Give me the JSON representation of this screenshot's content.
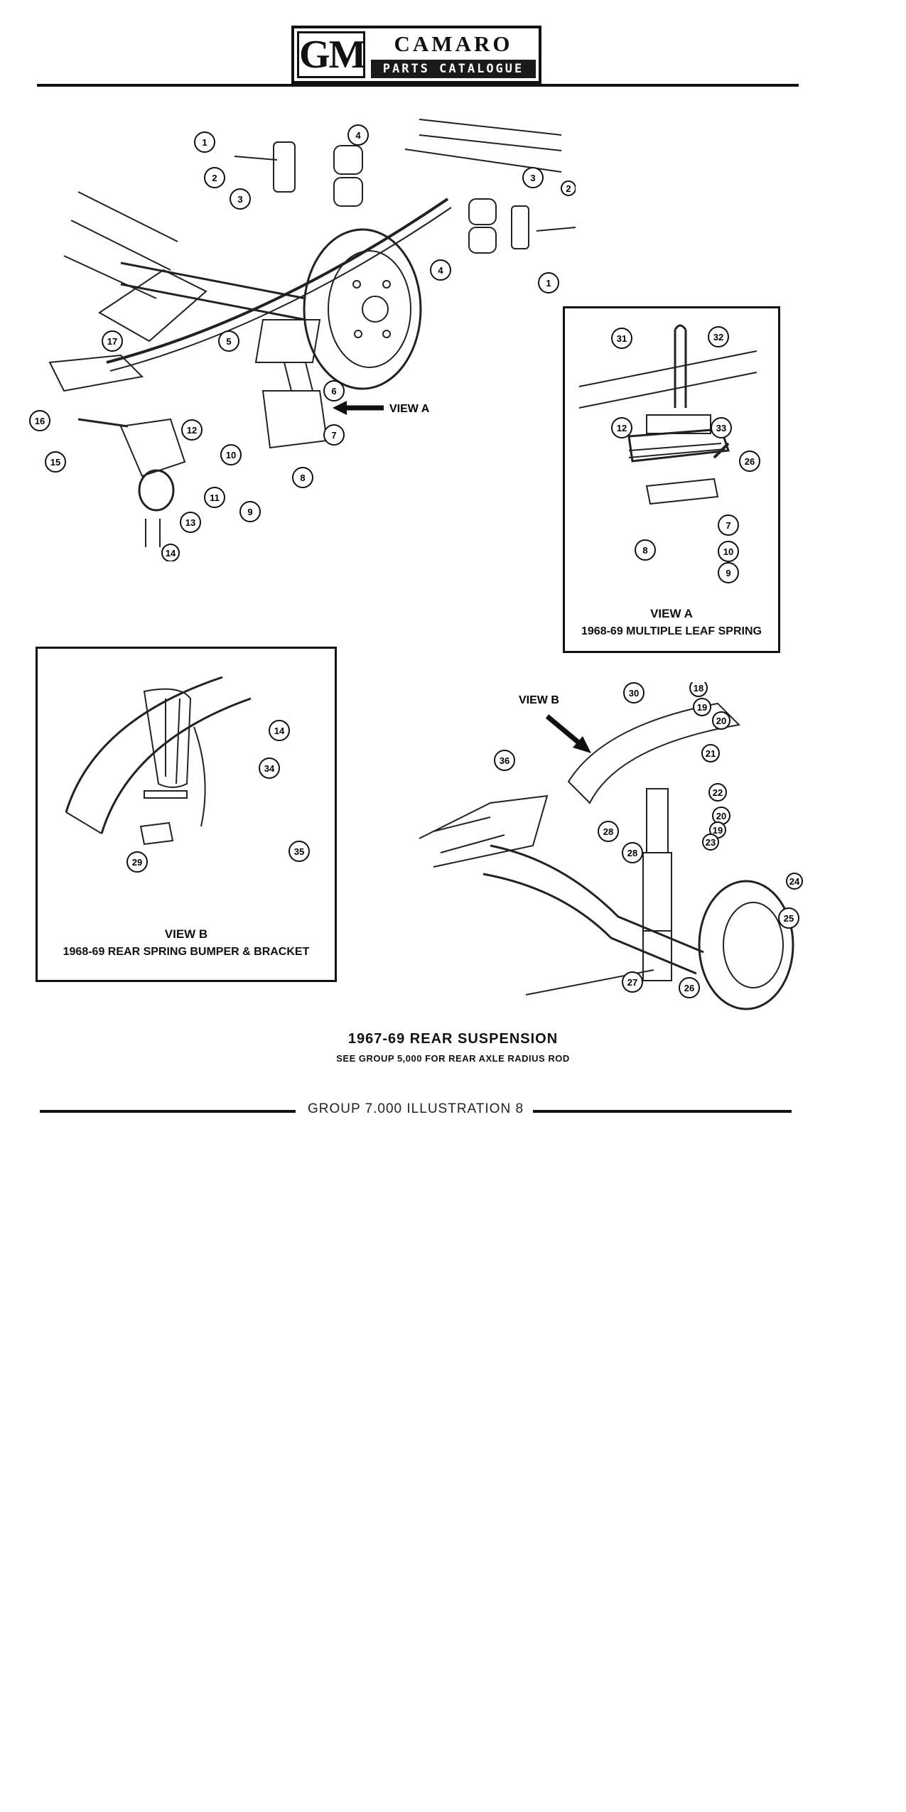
{
  "header": {
    "logo": "GM",
    "brand": "CAMARO",
    "catalogue": "PARTS CATALOGUE"
  },
  "views": {
    "a": {
      "pointer_label": "VIEW A",
      "title": "VIEW A",
      "subtitle": "1968-69 MULTIPLE LEAF SPRING"
    },
    "b": {
      "pointer_label": "VIEW B",
      "title": "VIEW B",
      "subtitle": "1968-69 REAR SPRING BUMPER & BRACKET"
    }
  },
  "figure": {
    "title": "1967-69  REAR  SUSPENSION",
    "note": "SEE GROUP 5,000 FOR REAR AXLE RADIUS ROD"
  },
  "footer": {
    "reference": "GROUP 7.000 ILLUSTRATION 8"
  },
  "callouts": {
    "main": [
      "1",
      "2",
      "3",
      "4",
      "3",
      "2",
      "4",
      "1",
      "17",
      "5",
      "6",
      "7",
      "8",
      "9",
      "10",
      "11",
      "12",
      "13",
      "14",
      "16",
      "15"
    ],
    "view_a": [
      "31",
      "32",
      "12",
      "33",
      "26",
      "7",
      "8",
      "10",
      "9"
    ],
    "view_b": [
      "14",
      "34",
      "35",
      "29"
    ],
    "shock": [
      "30",
      "18",
      "19",
      "20",
      "21",
      "22",
      "20",
      "19",
      "23",
      "28",
      "28",
      "36",
      "24",
      "25",
      "27",
      "26"
    ]
  }
}
